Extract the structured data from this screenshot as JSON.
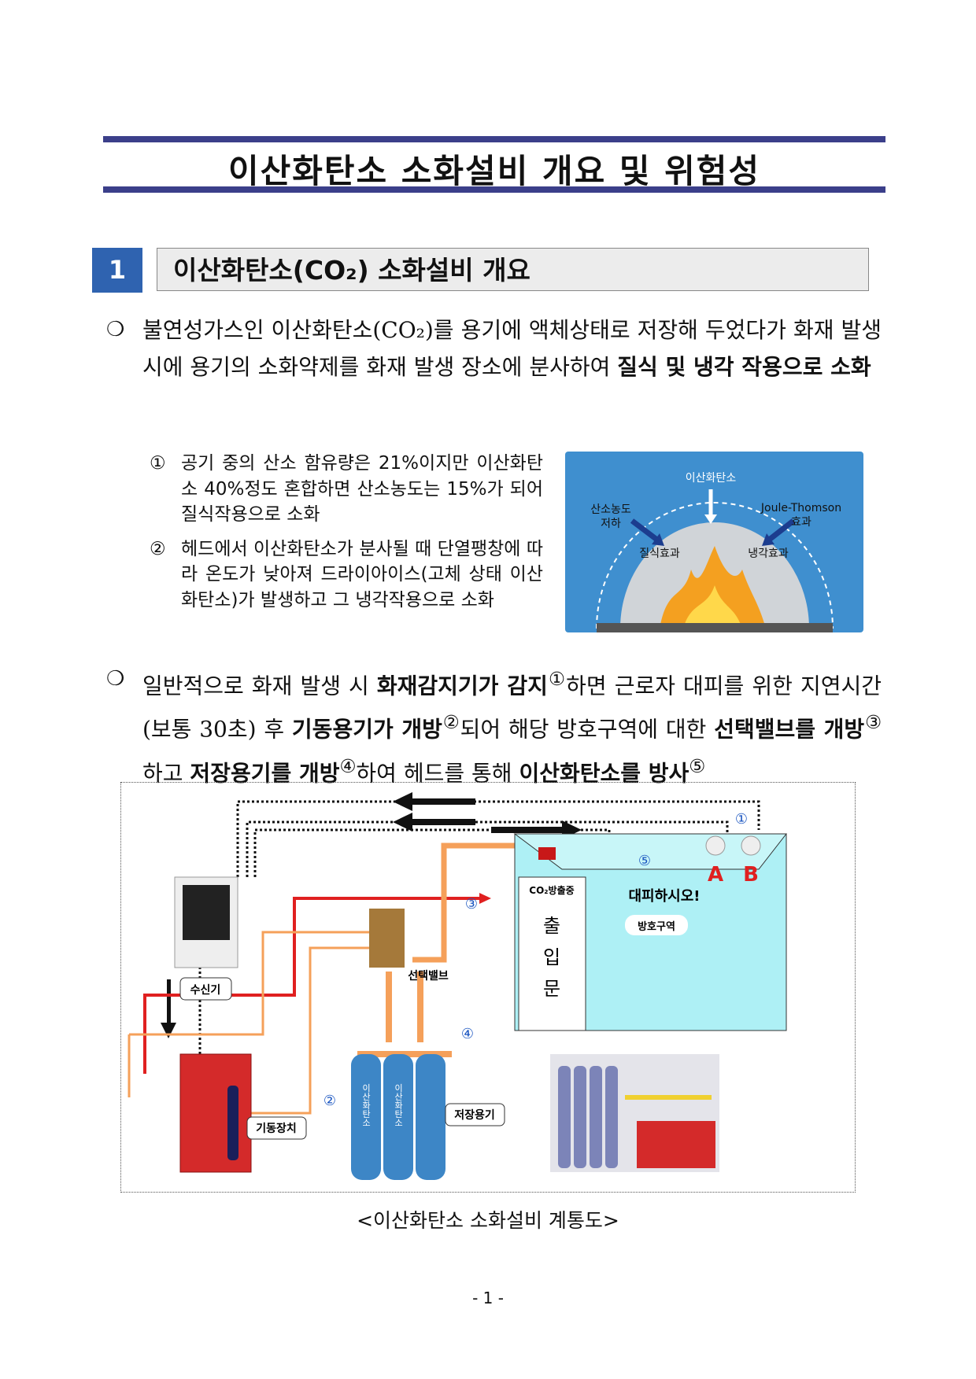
{
  "title": "이산화탄소 소화설비 개요 및 위험성",
  "section": {
    "number": "1",
    "title": "이산화탄소(CO₂) 소화설비 개요"
  },
  "para1": {
    "bullet": "❍",
    "text_plain": "불연성가스인 이산화탄소(CO₂)를 용기에 액체상태로 저장해 두었다가 화재 발생시에 용기의 소화약제를 화재 발생 장소에 분사하여 ",
    "text_bold": "질식 및 냉각 작용으로 소화"
  },
  "list": [
    {
      "num": "①",
      "text": "공기 중의 산소 함유량은 21%이지만 이산화탄소 40%정도 혼합하면 산소농도는 15%가 되어 질식작용으로 소화"
    },
    {
      "num": "②",
      "text": "헤드에서 이산화탄소가 분사될 때 단열팽창에 따라 온도가 낮아져 드라이아이스(고체 상태 이산화탄소)가 발생하고 그 냉각작용으로 소화"
    }
  ],
  "co2_figure": {
    "top": "이산화탄소",
    "left1": "산소농도",
    "left2": "저하",
    "right1": "Joule-Thomson",
    "right2": "효과",
    "effect_left": "질식효과",
    "effect_right": "냉각효과"
  },
  "para2": {
    "bullet": "❍",
    "t1": "일반적으로 화재 발생 시 ",
    "b1": "화재감지기가 감지",
    "s1": "①",
    "t2": "하면 근로자 대피를 위한 지연시간(보통 30초) 후 ",
    "b2": "기동용기가 개방",
    "s2": "②",
    "t3": "되어 해당 방호구역에 대한 ",
    "b3": "선택밸브를 개방",
    "s3": "③",
    "t4": "하고 ",
    "b4": "저장용기를 개방",
    "s4": "④",
    "t5": "하여 헤드를 통해 ",
    "b5": "이산화탄소를 방사",
    "s5": "⑤"
  },
  "diagram": {
    "receiver": "수신기",
    "starter": "기동장치",
    "valve": "선택밸브",
    "storage": "저장용기",
    "discharge_sign": "CO₂방출중",
    "evacuate": "대피하시오!",
    "zone": "방호구역",
    "door": [
      "출",
      "입",
      "문"
    ],
    "cylinder": "이산화탄소",
    "detector_a": "A",
    "detector_b": "B",
    "markers": [
      "①",
      "②",
      "③",
      "④",
      "⑤"
    ]
  },
  "caption": "<이산화탄소 소화설비 계통도>",
  "page_number": "- 1 -"
}
